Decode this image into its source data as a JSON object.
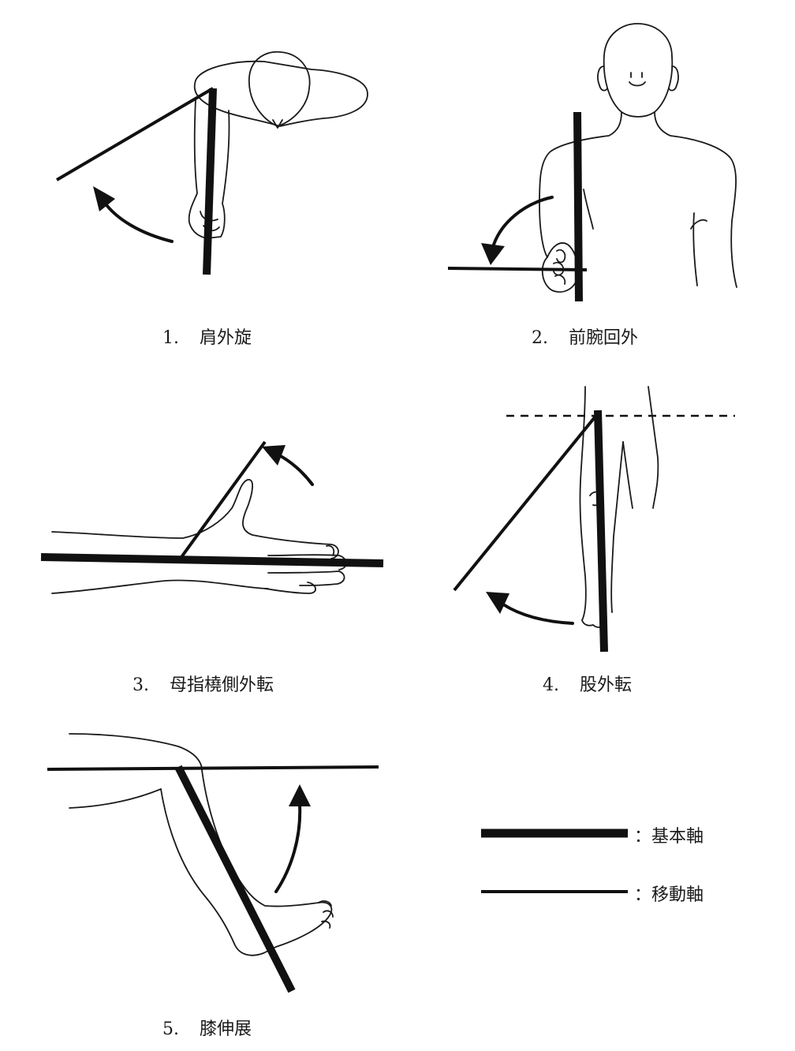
{
  "figures": [
    {
      "number": "1.",
      "label": "肩外旋"
    },
    {
      "number": "2.",
      "label": "前腕回外"
    },
    {
      "number": "3.",
      "label": "母指橈側外転"
    },
    {
      "number": "4.",
      "label": "股外転"
    },
    {
      "number": "5.",
      "label": "膝伸展"
    }
  ],
  "legend": {
    "basic_axis": "：基本軸",
    "moving_axis": "：移動軸"
  },
  "icons": {
    "fig1": "shoulder-external-rotation-illustration",
    "fig2": "forearm-supination-illustration",
    "fig3": "thumb-radial-abduction-illustration",
    "fig4": "hip-abduction-illustration",
    "fig5": "knee-extension-illustration"
  }
}
